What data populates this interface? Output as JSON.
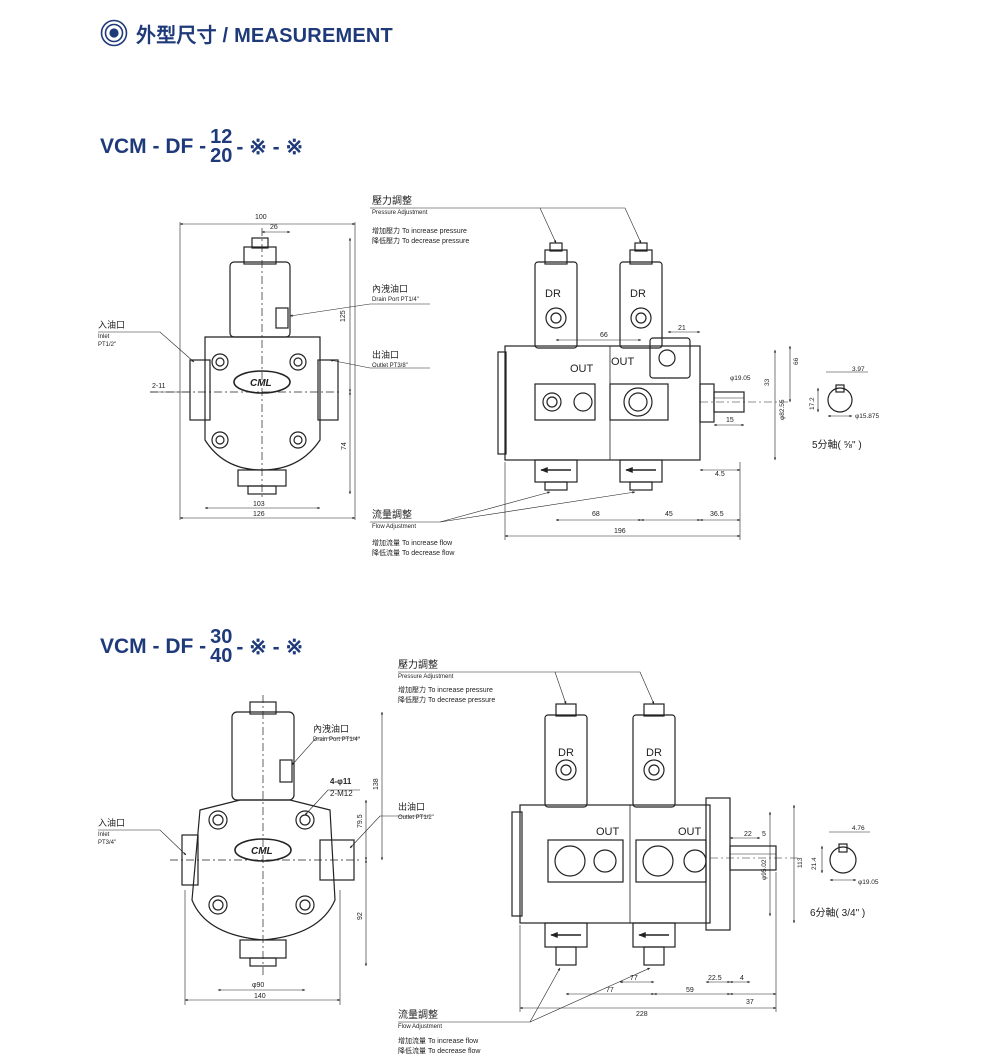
{
  "header": {
    "title": "外型尺寸 / MEASUREMENT",
    "icon": "target-icon",
    "color": "#1f3a7a"
  },
  "model_1": {
    "prefix": "VCM - DF -",
    "size_top": "12",
    "size_bottom": "20",
    "suffix": "- ※ - ※"
  },
  "model_2": {
    "prefix": "VCM - DF -",
    "size_top": "30",
    "size_bottom": "40",
    "suffix": "- ※ - ※"
  },
  "labels": {
    "pressure_cn": "壓力調整",
    "pressure_en": "Pressure Adjustment",
    "pressure_inc": "增加壓力 To increase pressure",
    "pressure_dec": "降低壓力 To decrease pressure",
    "flow_cn": "流量調整",
    "flow_en": "Flow Adjustment",
    "flow_inc": "增加流量 To increase flow",
    "flow_dec": "降低流量 To decrease flow",
    "drain_cn": "內洩油口",
    "outlet_cn": "出油口",
    "inlet_cn": "入油口",
    "inlet_en": "Inlet",
    "dr": "DR",
    "out": "OUT",
    "logo": "CML"
  },
  "drawing_1": {
    "drain_en": "Drain Port PT1/4\"",
    "outlet_en": "Outlet PT3/8\"",
    "inlet_size": "PT1/2\"",
    "shaft_caption": "5分軸( ⅝\" )",
    "dims": {
      "d100": "100",
      "d26": "26",
      "d125": "125",
      "d2_11": "2-11",
      "d74": "74",
      "d103": "103",
      "d126": "126",
      "d66": "66",
      "d21": "21",
      "d33": "33",
      "d66v": "66",
      "d15": "15",
      "d4_5": "4.5",
      "d68": "68",
      "d45": "45",
      "d36_5": "36.5",
      "d196": "196",
      "phi19": "φ19.05",
      "phi82": "φ82.55",
      "key_w": "3.97",
      "key_h": "17.2",
      "phi15": "φ15.875"
    }
  },
  "drawing_2": {
    "drain_en": "Drain Port PT1/4\"",
    "outlet_en": "Outlet PT1/2\"",
    "inlet_size": "PT3/4\"",
    "bolt_1": "4-φ11",
    "bolt_2": "2-M12",
    "shaft_caption": "6分軸( 3/4\" )",
    "dims": {
      "d138": "138",
      "d79_5": "79.5",
      "d92": "92",
      "phi90": "φ90",
      "d140": "140",
      "d22": "22",
      "d5": "5",
      "phi95": "φ95.02",
      "d113": "113",
      "d77a": "77",
      "d22_5": "22.5",
      "d4": "4",
      "d77b": "77",
      "d59": "59",
      "d37": "37",
      "d228": "228",
      "key_w": "4.76",
      "key_h": "21.4",
      "phi19": "φ19.05"
    }
  }
}
